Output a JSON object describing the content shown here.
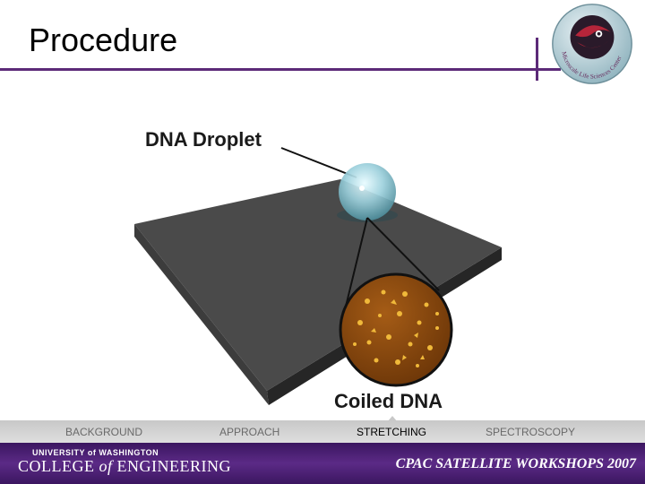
{
  "slide": {
    "title": "Procedure"
  },
  "logo": {
    "text": "Microscale Life Sciences Center"
  },
  "diagram": {
    "droplet_label": "DNA Droplet",
    "coiled_label": "Coiled DNA"
  },
  "nav": {
    "items": [
      "BACKGROUND",
      "APPROACH",
      "STRETCHING",
      "SPECTROSCOPY"
    ],
    "active": "STRETCHING"
  },
  "footer": {
    "university_line": "UNIVERSITY of WASHINGTON",
    "college_prefix": "COLLEGE ",
    "college_of": "of",
    "college_suffix": " ENGINEERING",
    "workshops": "CPAC SATELLITE WORKSHOPS 2007"
  },
  "colors": {
    "accent": "#5c2a78",
    "footer_bg": "#4a1f70",
    "coiled_dna": "#8b4a10"
  }
}
